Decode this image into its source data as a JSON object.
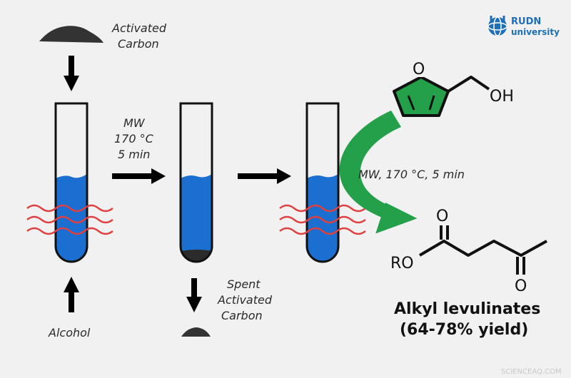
{
  "logo": {
    "line1": "RUDN",
    "line2": "university",
    "color": "#1f6fb7"
  },
  "labels": {
    "activated_carbon": [
      "Activated",
      "Carbon"
    ],
    "alcohol": "Alcohol",
    "mw_step": [
      "MW",
      "170 °C",
      "5 min"
    ],
    "spent_carbon": [
      "Spent",
      "Activated",
      "Carbon"
    ],
    "reaction_conditions": "MW, 170 °C, 5 min"
  },
  "molecules": {
    "furfuryl_alcohol": {
      "ring_o": "O",
      "oh": "OH",
      "ring_color": "#23a049"
    },
    "product": {
      "o_top": "O",
      "o_bottom": "O",
      "ro": "RO"
    }
  },
  "product": {
    "name": "Alkyl levulinates",
    "yield": "(64-78% yield)"
  },
  "watermark": "SCIENCEAQ.COM",
  "colors": {
    "liquid": "#1a6fd0",
    "heat": "#e04040",
    "arrow_green": "#23a049",
    "carbon": "#333333"
  }
}
